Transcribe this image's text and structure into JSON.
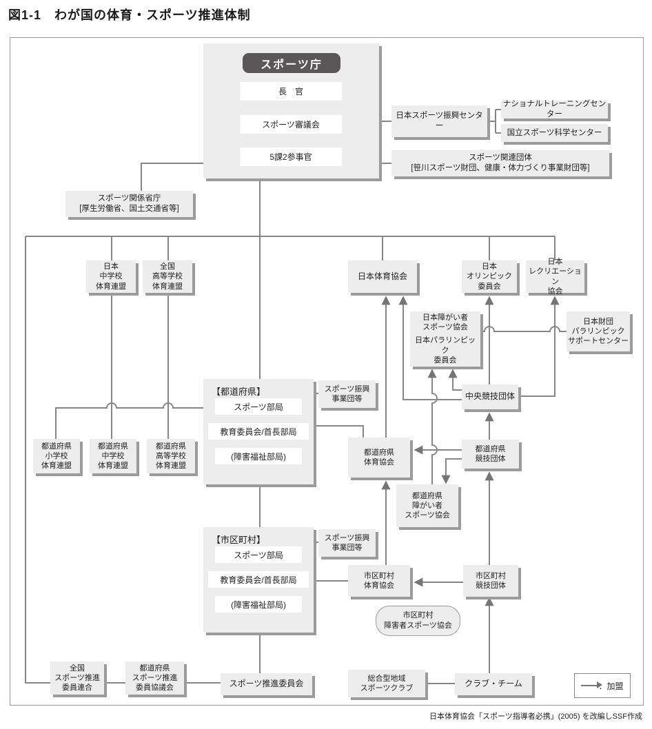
{
  "title": "図1-1　わが国の体育・スポーツ推進体制",
  "caption": "日本体育協会「スポーツ指導者必携」(2005) を改編しSSF作成",
  "legend": {
    "label": "：加盟"
  },
  "agency": {
    "badge": "スポーツ庁",
    "chief": "長　官",
    "council": "スポーツ審議会",
    "divisions": "5課2参事官"
  },
  "gov": {
    "pref_label": "【都道府県】",
    "muni_label": "【市区町村】",
    "dept_sports": "スポーツ部局",
    "dept_edu": "教育委員会/首長部局",
    "dept_welfare": "(障害福祉部局)"
  },
  "boxes": {
    "jsc": "日本スポーツ振興センター",
    "ntc": "ナショナルトレーニングセンター",
    "jiss": "国立スポーツ科学センター",
    "related": "スポーツ関連団体\n[笹川スポーツ財団、健康・体力づくり事業財団等]",
    "ministries": "スポーツ関係省庁\n[厚生労働省、国土交通省等]",
    "jhs_fed": "日本\n中学校\n体育連盟",
    "hs_fed": "全国\n高等学校\n体育連盟",
    "jasa": "日本体育協会",
    "joc": "日本\nオリンピック\n委員会",
    "jra": "日本\nレクリエーション\n協会",
    "jpsa_a": "日本障がい者\nスポーツ協会",
    "jpsa_b": "日本パラリンピック\n委員会",
    "nf": "日本財団\nパラリンピック\nサポートセンター",
    "ngb": "中央競技団体",
    "sports_fdn": "スポーツ振興\n事業団等",
    "pref_taiiku": "都道府県\n体育協会",
    "pref_shogai": "都道府県\n障がい者\nスポーツ協会",
    "pref_ngb": "都道府県\n競技団体",
    "muni_taiiku": "市区町村\n体育協会",
    "muni_ngb": "市区町村\n競技団体",
    "muni_shogai": "市区町村\n障害者スポーツ協会",
    "pref_es_fed": "都道府県\n小学校\n体育連盟",
    "pref_jhs_fed": "都道府県\n中学校\n体育連盟",
    "pref_hs_fed": "都道府県\n高等学校\n体育連盟",
    "suishin_union": "全国\nスポーツ推進\n委員連合",
    "suishin_kyogikai": "都道府県\nスポーツ推進\n委員協議会",
    "suishin_iinkai": "スポーツ推進委員会",
    "sogo_club": "総合型地域\nスポーツクラブ",
    "club_team": "クラブ・チーム"
  }
}
